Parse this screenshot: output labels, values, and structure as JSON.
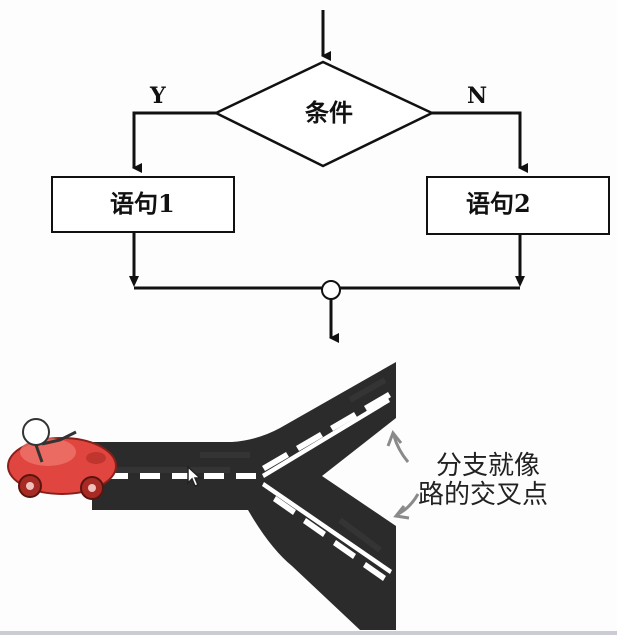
{
  "flowchart": {
    "condition_label": "条件",
    "yes_label": "Y",
    "no_label": "N",
    "statement1_label": "语句1",
    "statement2_label": "语句2"
  },
  "illustration": {
    "caption_line1": "分支就像",
    "caption_line2": "路的交叉点"
  },
  "colors": {
    "line": "#111111",
    "road": "#2b2b2b",
    "road_marking": "#ffffff",
    "car_body": "#e0463f",
    "arrow_hint": "#8a8a8a"
  },
  "icons": {
    "car": "cartoon-car-icon",
    "cursor": "mouse-cursor-icon"
  }
}
